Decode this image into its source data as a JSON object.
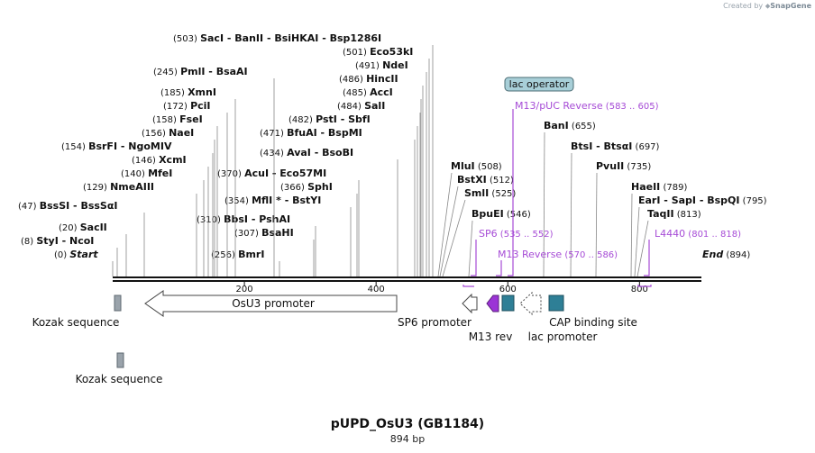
{
  "watermark": {
    "prefix": "Created by",
    "brand": "SnapGene"
  },
  "plasmid": {
    "name": "pUPD_OsU3 (GB1184)",
    "length_label": "894 bp",
    "length": 894
  },
  "ticks": [
    "200",
    "400",
    "600",
    "800"
  ],
  "sites": [
    {
      "pos": "(503)",
      "names": [
        "SacI",
        "BanII",
        "BsiHKAI",
        "Bsp1286I"
      ]
    },
    {
      "pos": "(501)",
      "names": [
        "Eco53kI"
      ]
    },
    {
      "pos": "(491)",
      "names": [
        "NdeI"
      ]
    },
    {
      "pos": "(486)",
      "names": [
        "HincII"
      ]
    },
    {
      "pos": "(485)",
      "names": [
        "AccI"
      ]
    },
    {
      "pos": "(484)",
      "names": [
        "SalI"
      ]
    },
    {
      "pos": "(482)",
      "names": [
        "PstI",
        "SbfI"
      ]
    },
    {
      "pos": "(471)",
      "names": [
        "BfuAI",
        "BspMI"
      ]
    },
    {
      "pos": "(434)",
      "names": [
        "AvaI",
        "BsoBI"
      ]
    },
    {
      "pos": "(370)",
      "names": [
        "AcuI",
        "Eco57MI"
      ]
    },
    {
      "pos": "(366)",
      "names": [
        "SphI"
      ]
    },
    {
      "pos": "(354)",
      "names": [
        "MflI *",
        "BstYI"
      ]
    },
    {
      "pos": "(310)",
      "names": [
        "BbsI",
        "PshAI"
      ]
    },
    {
      "pos": "(307)",
      "names": [
        "BsaHI"
      ]
    },
    {
      "pos": "(256)",
      "names": [
        "BmrI"
      ]
    },
    {
      "pos": "(245)",
      "names": [
        "PmlI",
        "BsaAI"
      ]
    },
    {
      "pos": "(185)",
      "names": [
        "XmnI"
      ]
    },
    {
      "pos": "(172)",
      "names": [
        "PciI"
      ]
    },
    {
      "pos": "(158)",
      "names": [
        "FseI"
      ]
    },
    {
      "pos": "(156)",
      "names": [
        "NaeI"
      ]
    },
    {
      "pos": "(154)",
      "names": [
        "BsrFI",
        "NgoMIV"
      ]
    },
    {
      "pos": "(146)",
      "names": [
        "XcmI"
      ]
    },
    {
      "pos": "(140)",
      "names": [
        "MfeI"
      ]
    },
    {
      "pos": "(129)",
      "names": [
        "NmeAIII"
      ]
    },
    {
      "pos": "(47)",
      "names": [
        "BssSI",
        "BssSαI"
      ]
    },
    {
      "pos": "(20)",
      "names": [
        "SacII"
      ]
    },
    {
      "pos": "(8)",
      "names": [
        "StyI",
        "NcoI"
      ]
    },
    {
      "pos": "(0)",
      "names": [
        "Start"
      ]
    },
    {
      "pos": "(508)",
      "names": [
        "MluI"
      ]
    },
    {
      "pos": "(512)",
      "names": [
        "BstXI"
      ]
    },
    {
      "pos": "(525)",
      "names": [
        "SmlI"
      ]
    },
    {
      "pos": "(546)",
      "names": [
        "BpuEI"
      ]
    },
    {
      "pos": "(655)",
      "names": [
        "BanI"
      ]
    },
    {
      "pos": "(697)",
      "names": [
        "BtsI",
        "BtsαI"
      ]
    },
    {
      "pos": "(735)",
      "names": [
        "PvuII"
      ]
    },
    {
      "pos": "(789)",
      "names": [
        "HaeII"
      ]
    },
    {
      "pos": "(795)",
      "names": [
        "EarI",
        "SapI",
        "BspQI"
      ]
    },
    {
      "pos": "(813)",
      "names": [
        "TaqII"
      ]
    },
    {
      "pos": "(894)",
      "names": [
        "End"
      ]
    }
  ],
  "primers": [
    {
      "name": "M13/pUC Reverse",
      "range": "(583 .. 605)"
    },
    {
      "name": "SP6",
      "range": "(535 .. 552)"
    },
    {
      "name": "M13 Reverse",
      "range": "(570 .. 586)"
    },
    {
      "name": "L4440",
      "range": "(801 .. 818)"
    }
  ],
  "features": [
    {
      "name": "lac operator"
    },
    {
      "name": "Kozak sequence"
    },
    {
      "name": "OsU3 promoter"
    },
    {
      "name": "SP6 promoter"
    },
    {
      "name": "M13 rev"
    },
    {
      "name": "lac promoter"
    },
    {
      "name": "CAP binding site"
    },
    {
      "name": "Kozak sequence"
    }
  ],
  "colors": {
    "primer": "#a64bd6",
    "cap": "#2e7f96",
    "m13rev": "#9b34d6",
    "kozak": "#9aa3ab",
    "lacop_fill": "#a8cfd8",
    "backbone": "#111111"
  }
}
